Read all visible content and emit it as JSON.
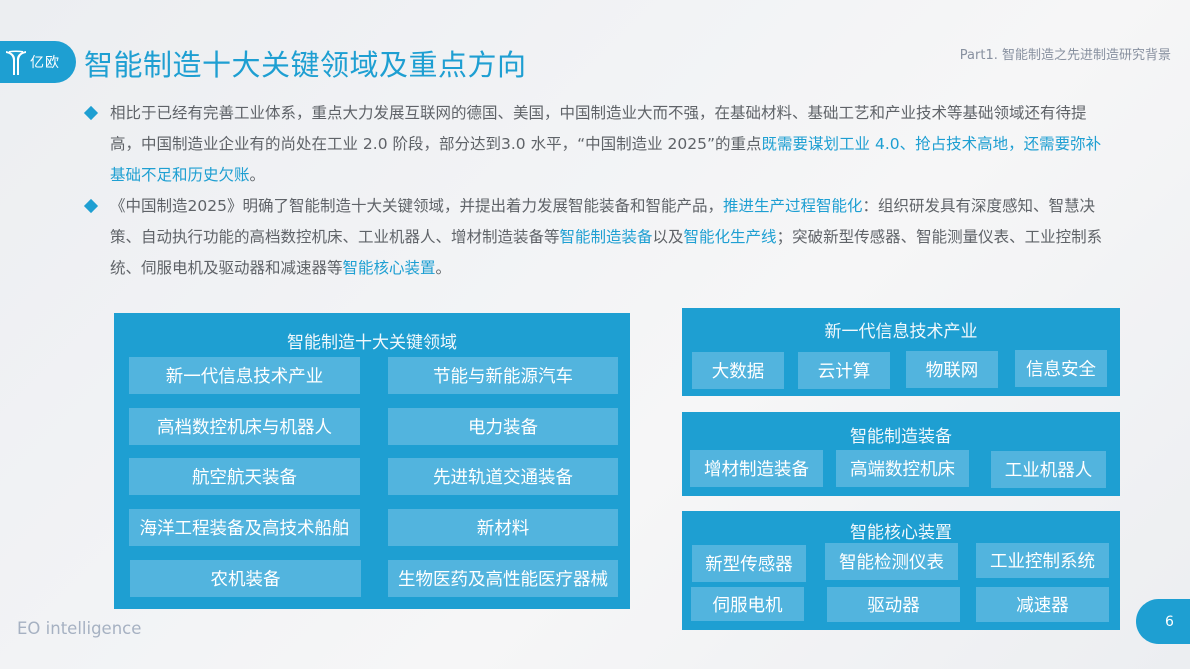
{
  "header": {
    "logo_text": "亿欧",
    "title": "智能制造十大关键领域及重点方向",
    "section_label": "Part1. 智能制造之先进制造研究背景"
  },
  "bullets": [
    {
      "segments": [
        {
          "text": "相比于已经有完善工业体系，重点大力发展互联网的德国、美国，中国制造业大而不强，在基础材料、基础工艺和产业技术等基础领域还有待提高，中国制造业企业有的尚处在工业 2.0 阶段，部分达到3.0 水平，“中国制造业 2025”的重点",
          "highlight": false
        },
        {
          "text": "既需要谋划工业 4.0、抢占技术高地，还需要弥补基础不足和历史欠账",
          "highlight": true
        },
        {
          "text": "。",
          "highlight": false
        }
      ]
    },
    {
      "segments": [
        {
          "text": "《中国制造2025》明确了智能制造十大关键领域，并提出着力发展智能装备和智能产品，",
          "highlight": false
        },
        {
          "text": "推进生产过程智能化",
          "highlight": true
        },
        {
          "text": "：组织研发具有深度感知、智慧决策、自动执行功能的高档数控机床、工业机器人、增材制造装备等",
          "highlight": false
        },
        {
          "text": "智能制造装备",
          "highlight": true
        },
        {
          "text": "以及",
          "highlight": false
        },
        {
          "text": "智能化生产线",
          "highlight": true
        },
        {
          "text": "；突破新型传感器、智能测量仪表、工业控制系统、伺服电机及驱动器和减速器等",
          "highlight": false
        },
        {
          "text": "智能核心装置",
          "highlight": true
        },
        {
          "text": "。",
          "highlight": false
        }
      ]
    }
  ],
  "key_fields_panel": {
    "title": "智能制造十大关键领域",
    "items": [
      "新一代信息技术产业",
      "节能与新能源汽车",
      "高档数控机床与机器人",
      "电力装备",
      "航空航天装备",
      "先进轨道交通装备",
      "海洋工程装备及高技术船舶",
      "新材料",
      "农机装备",
      "生物医药及高性能医疗器械"
    ]
  },
  "right_panels": [
    {
      "title": "新一代信息技术产业",
      "items": [
        "大数据",
        "云计算",
        "物联网",
        "信息安全"
      ]
    },
    {
      "title": "智能制造装备",
      "items": [
        "增材制造装备",
        "高端数控机床",
        "工业机器人"
      ]
    },
    {
      "title": "智能核心装置",
      "items": [
        "新型传感器",
        "智能检测仪表",
        "工业控制系统",
        "伺服电机",
        "驱动器",
        "减速器"
      ]
    }
  ],
  "footer": {
    "brand": "EO intelligence",
    "page_number": "6"
  },
  "colors": {
    "accent": "#1e9fd2",
    "cell": "#52b4de",
    "body_text": "#5f6368"
  }
}
